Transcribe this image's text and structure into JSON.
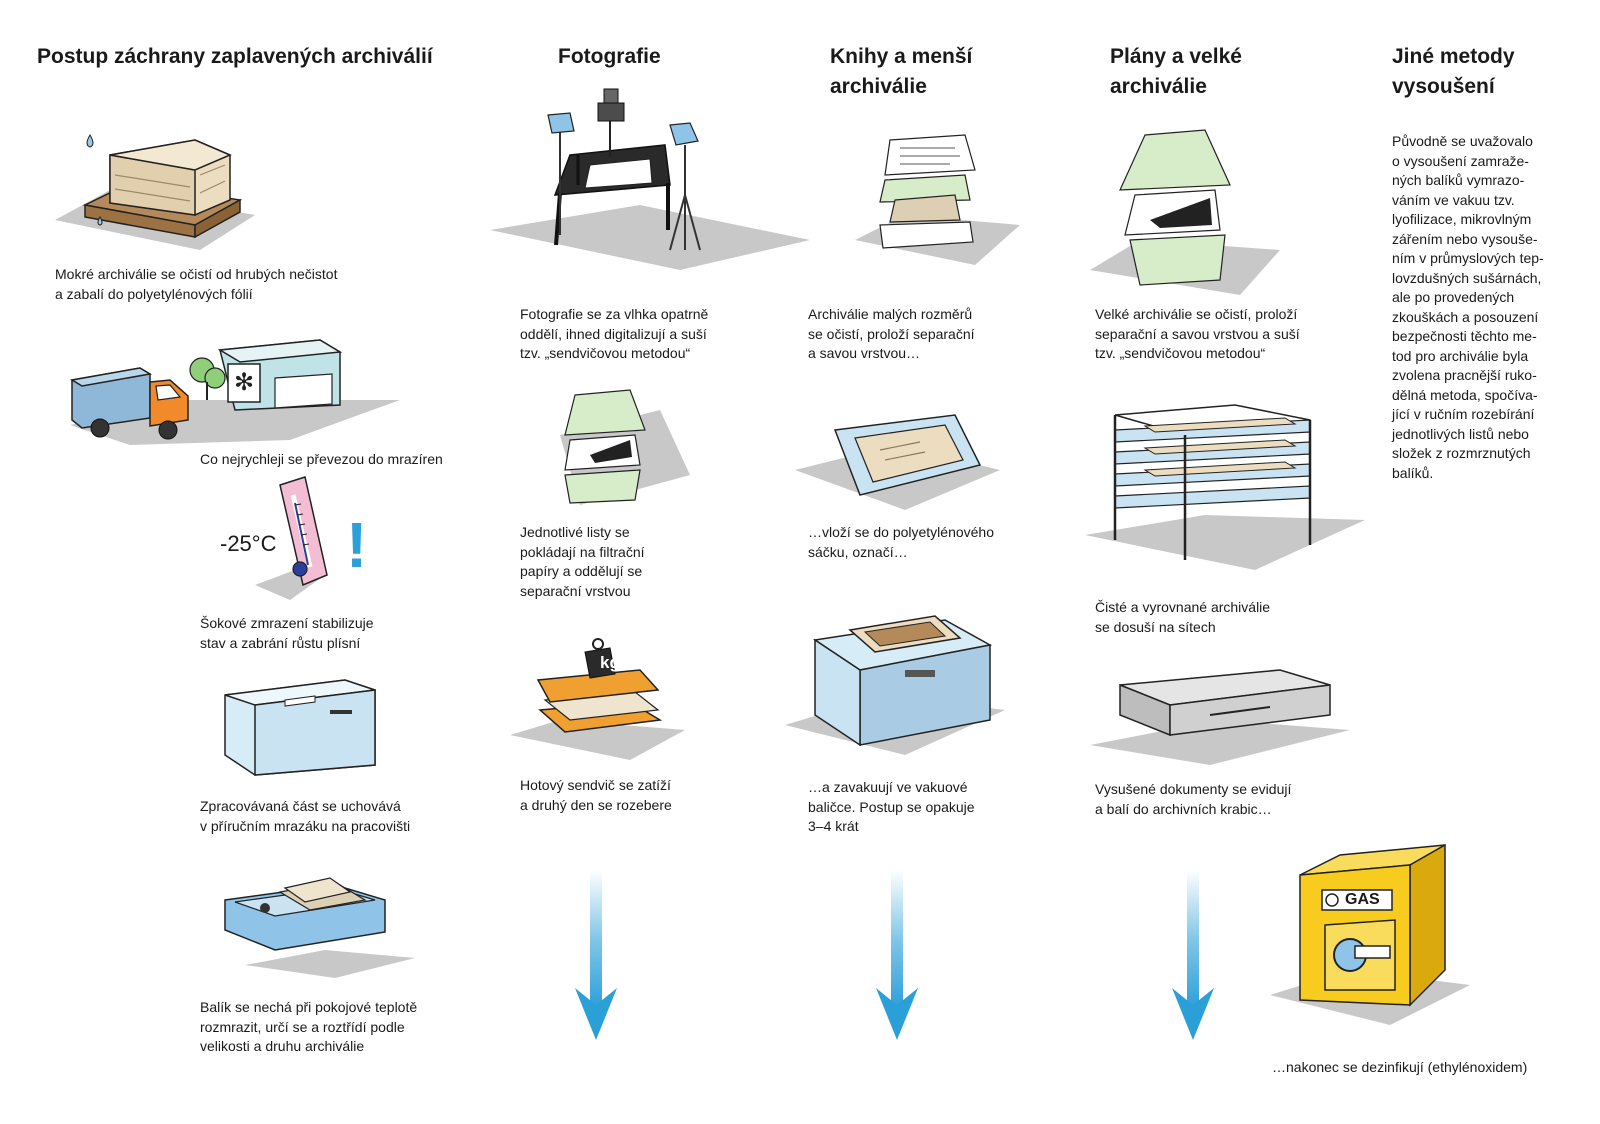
{
  "headings": {
    "main": "Postup záchrany zaplavených archiválií",
    "photos": "Fotografie",
    "books": "Knihy a menší\narchiválie",
    "plans": "Plány a velké\narchiválie",
    "other": "Jiné metody\nvysoušení"
  },
  "steps": {
    "wash": "Mokré archiválie se očistí od hrubých nečistot\na zabalí do polyetylénových fólií",
    "transport": "Co nejrychleji se převezou do mrazíren",
    "freeze": "Šokové zmrazení stabilizuje\nstav a zabrání růstu plísní",
    "freezer": "Zpracovávaná část se uchovává\nv příručním mrazáku na pracovišti",
    "thaw": "Balík se nechá při pokojové teplotě\nrozmrazit, určí se a roztřídí podle\nvelikosti a druhu archiválie"
  },
  "photos": {
    "step1": "Fotografie se za vlhka opatrně\noddělí, ihned digitalizují a suší\ntzv. „sendvičovou metodou“",
    "step2": "Jednotlivé listy se\npokládají na filtrační\npapíry a oddělují se\nseparační vrstvou",
    "step3": "Hotový sendvič se zatíží\na druhý den se rozebere"
  },
  "books": {
    "step1": "Archiválie malých rozměrů\nse očistí, proloží separační\na savou vrstvou…",
    "step2": "…vloží se do polyetylénového\nsáčku, označí…",
    "step3": "…a zavakuují ve vakuové\nbaličce. Postup se opakuje\n3–4 krát"
  },
  "plans": {
    "step1": "Velké archiválie se očistí, proloží\nseparační a savou vrstvou a suší\ntzv. „sendvičovou metodou“",
    "step2": "Čisté a vyrovnané archiválie\nse dosuší na sítech",
    "step3": "Vysušené dokumenty se evidují\na balí do archivních krabic…"
  },
  "other": {
    "text": "Původně se uvažovalo\no vysoušení zamraže-\nných balíků vymrazo-\nváním ve vakuu tzv.\nlyofilizace, mikrovlným\nzářením nebo vysouše-\nním v průmyslových tep-\nlovzdušných sušárnách,\nale po provedených\nzkouškách a posouzení\nbezpečnosti těchto me-\ntod pro archiválie byla\nzvolena pracnější ruko-\ndělná metoda, spočíva-\njící v ručním rozebírání\njednotlivých listů nebo\nsložek z rozmrznutých\nbalíků."
  },
  "final": "…nakonec se dezinfikují (ethylénoxidem)",
  "labels": {
    "temperature": "-25°C",
    "exclamation": "!",
    "weight": "kg",
    "gas": "GAS"
  },
  "colors": {
    "shadow": "#c8c8c8",
    "arrow": "#2b9fd8",
    "lightGreen": "#d7ecc9",
    "lightBlue": "#c9e3f3",
    "orange": "#f0a030",
    "yellow": "#f7cc1e",
    "pink": "#f3bed3"
  }
}
